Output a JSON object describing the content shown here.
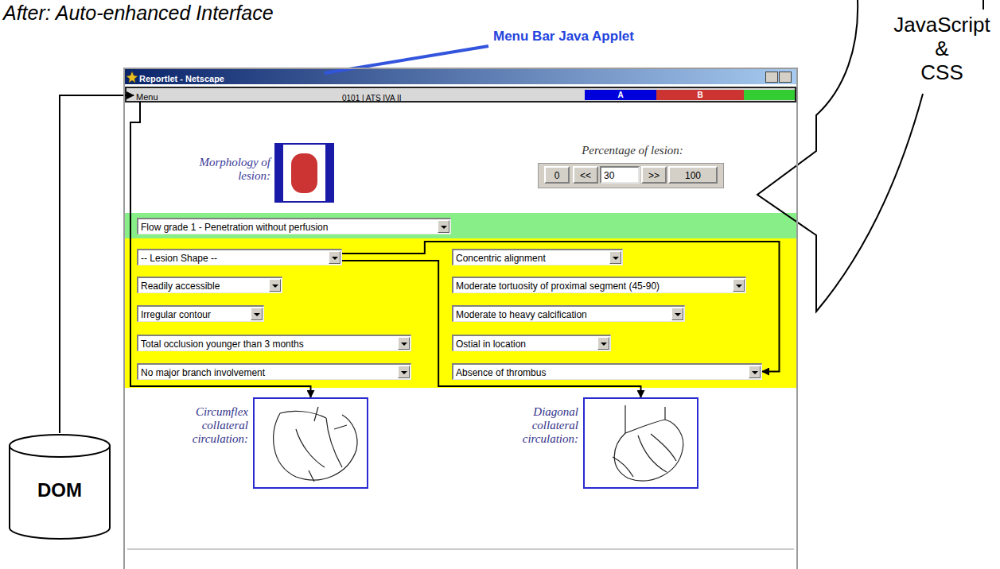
{
  "diagram": {
    "title": "After: Auto-enhanced Interface",
    "nodes": [
      {
        "text": [
          "Reportlet - Netscape"
        ]
      },
      {
        "text": [
          "Menu"
        ],
        "in": 0
      },
      {
        "text": [
          "Flow grade 1 - Penetration without perfusion"
        ],
        "in": 0
      },
      {
        "text": [
          "-- Lesion Shape --"
        ],
        "in": 0
      },
      {
        "text": [
          "Concentric alignment"
        ],
        "in": 0
      },
      {
        "text": [
          "Readily accessible"
        ],
        "in": 0
      },
      {
        "text": [
          "Moderate tortuosity of proximal segment (45-90)"
        ],
        "in": 0
      },
      {
        "text": [
          "Irregular contour"
        ],
        "in": 0
      },
      {
        "text": [
          "Moderate to heavy calcification"
        ],
        "in": 0
      },
      {
        "text": [
          "Total occlusion younger than 3 months"
        ],
        "in": 0
      },
      {
        "text": [
          "Ostial in location"
        ],
        "in": 0
      },
      {
        "text": [
          "No major branch involvement"
        ],
        "in": 0
      },
      {
        "text": [
          "Absence of thrombus"
        ],
        "in": 0
      },
      {
        "text": [
          "Circumflex collateral circulation:"
        ],
        "in": 0
      },
      {
        "text": [
          "Diagonal collateral circulation:"
        ],
        "in": 0
      },
      {
        "text": [
          "DOM"
        ]
      },
      {
        "text": [
          "JavaScript & CSS"
        ]
      }
    ],
    "edges": [
      {
        "from": 15,
        "to": 1,
        "arrow": "to"
      },
      {
        "from": 1,
        "to": 13,
        "arrow": "to"
      },
      {
        "from": 3,
        "to": 12,
        "arrow": "to"
      },
      {
        "from": 3,
        "to": 14,
        "arrow": "to"
      }
    ],
    "labels": [
      "Menu Bar Java Applet",
      "0101 | ATS IVA II",
      "A",
      "B",
      "Morphology of lesion:",
      "Percentage of lesion:",
      "0",
      "<<",
      "30",
      ">>",
      "100"
    ]
  }
}
